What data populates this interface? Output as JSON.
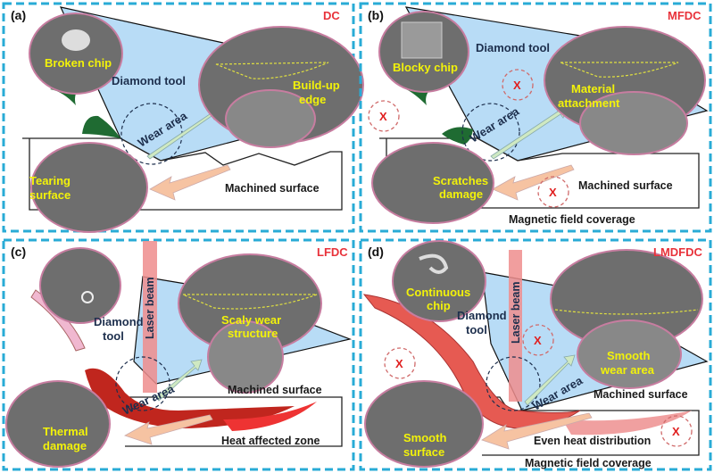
{
  "panels": [
    {
      "label": "(a)",
      "method": "DC",
      "tool": "Diamond tool",
      "wear": "Wear area",
      "chip": "Broken chip",
      "tool_wear": [
        "Build-up",
        "edge"
      ],
      "surface": [
        "Tearing",
        "surface"
      ],
      "machined": "Machined surface"
    },
    {
      "label": "(b)",
      "method": "MFDC",
      "tool": "Diamond tool",
      "wear": "Wear area",
      "chip": "Blocky chip",
      "tool_wear": [
        "Material",
        "attachment"
      ],
      "surface": [
        "Scratches",
        "damage"
      ],
      "machined": "Machined surface",
      "field": "Magnetic field coverage",
      "x_mark": "X"
    },
    {
      "label": "(c)",
      "method": "LFDC",
      "tool": [
        "Diamond",
        "tool"
      ],
      "laser": "Laser beam",
      "wear": "Wear area",
      "tool_wear": [
        "Scaly wear",
        "structure"
      ],
      "surface": [
        "Thermal",
        "damage"
      ],
      "machined": "Machined surface",
      "heat": "Heat affected zone"
    },
    {
      "label": "(d)",
      "method": "LMDFDC",
      "tool": [
        "Diamond",
        "tool"
      ],
      "laser": "Laser beam",
      "wear": "Wear area",
      "chip": [
        "Continuous",
        "chip"
      ],
      "tool_wear": [
        "Smooth",
        "wear area"
      ],
      "surface": [
        "Smooth",
        "surface"
      ],
      "machined": "Machined surface",
      "heat": "Even heat distribution",
      "field": "Magnetic field coverage",
      "x_mark": "X"
    }
  ],
  "colors": {
    "frame": "#29abd6",
    "tool": "#b8dcf6",
    "method": "#e8323a",
    "photo_label": "#f2f20a"
  }
}
